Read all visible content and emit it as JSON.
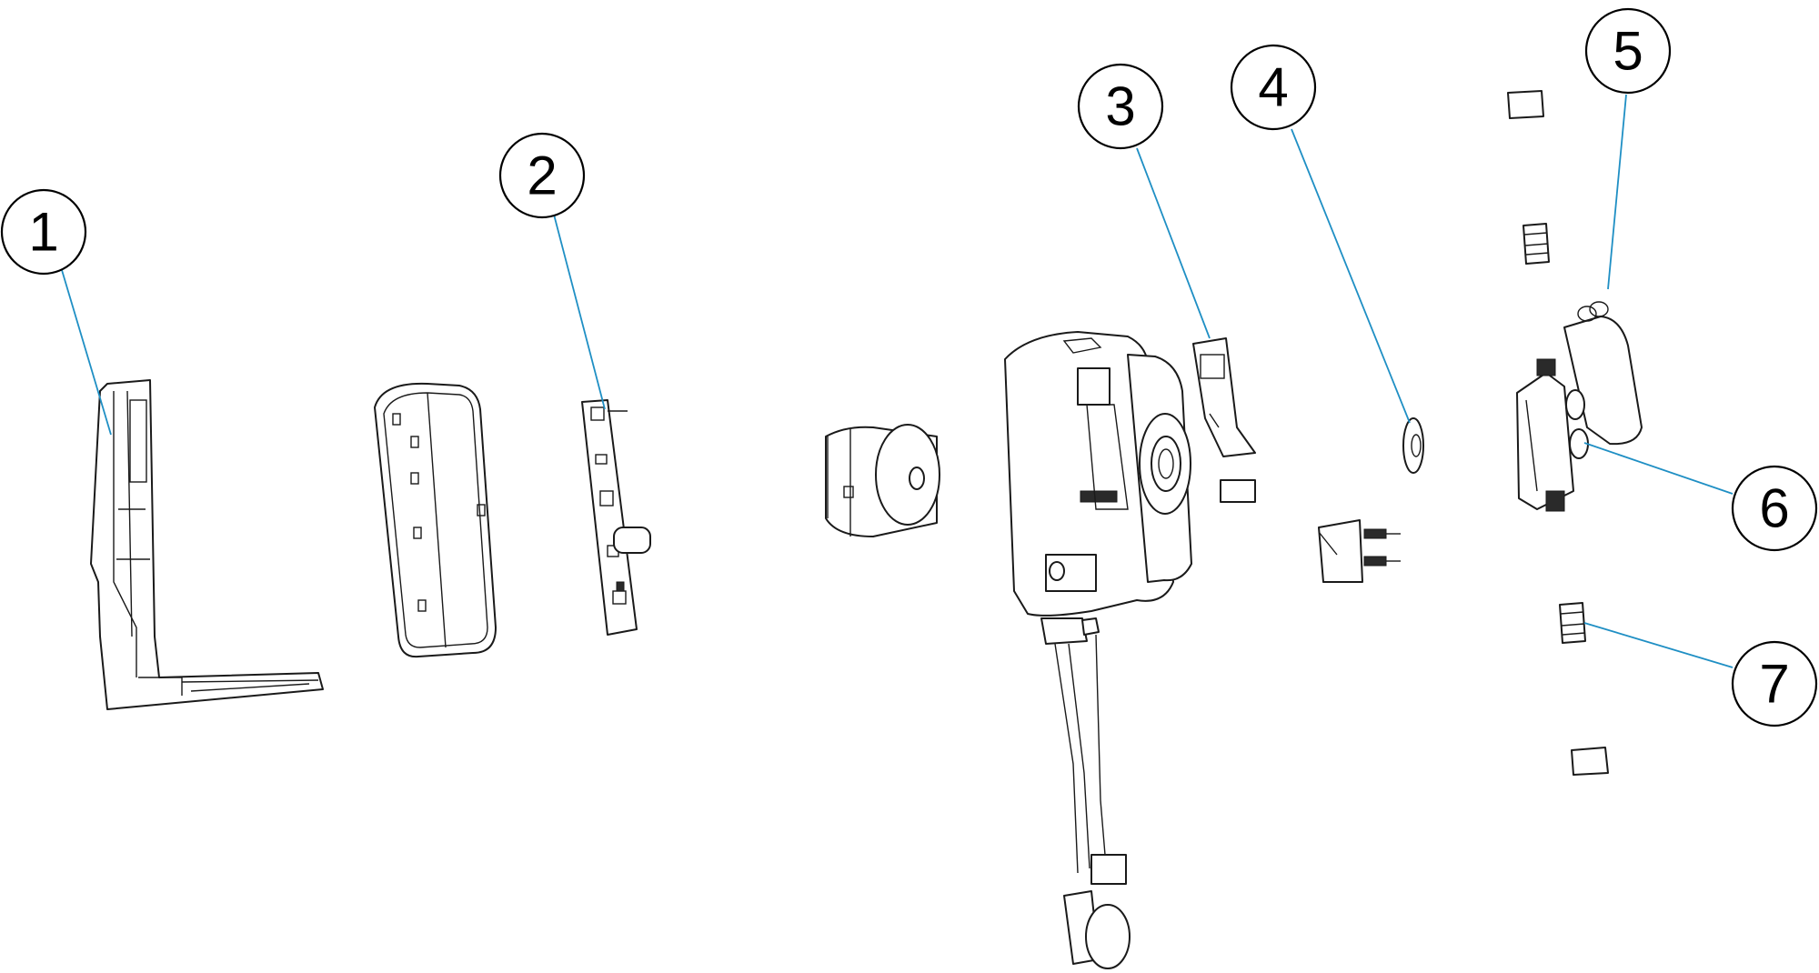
{
  "callouts": [
    {
      "id": "1",
      "label": "1"
    },
    {
      "id": "2",
      "label": "2"
    },
    {
      "id": "3",
      "label": "3"
    },
    {
      "id": "4",
      "label": "4"
    },
    {
      "id": "5",
      "label": "5"
    },
    {
      "id": "6",
      "label": "6"
    },
    {
      "id": "7",
      "label": "7"
    }
  ],
  "colors": {
    "line_art": "#1a1a1a",
    "leader_lines": "#1f8fc4",
    "background": "#ffffff"
  }
}
